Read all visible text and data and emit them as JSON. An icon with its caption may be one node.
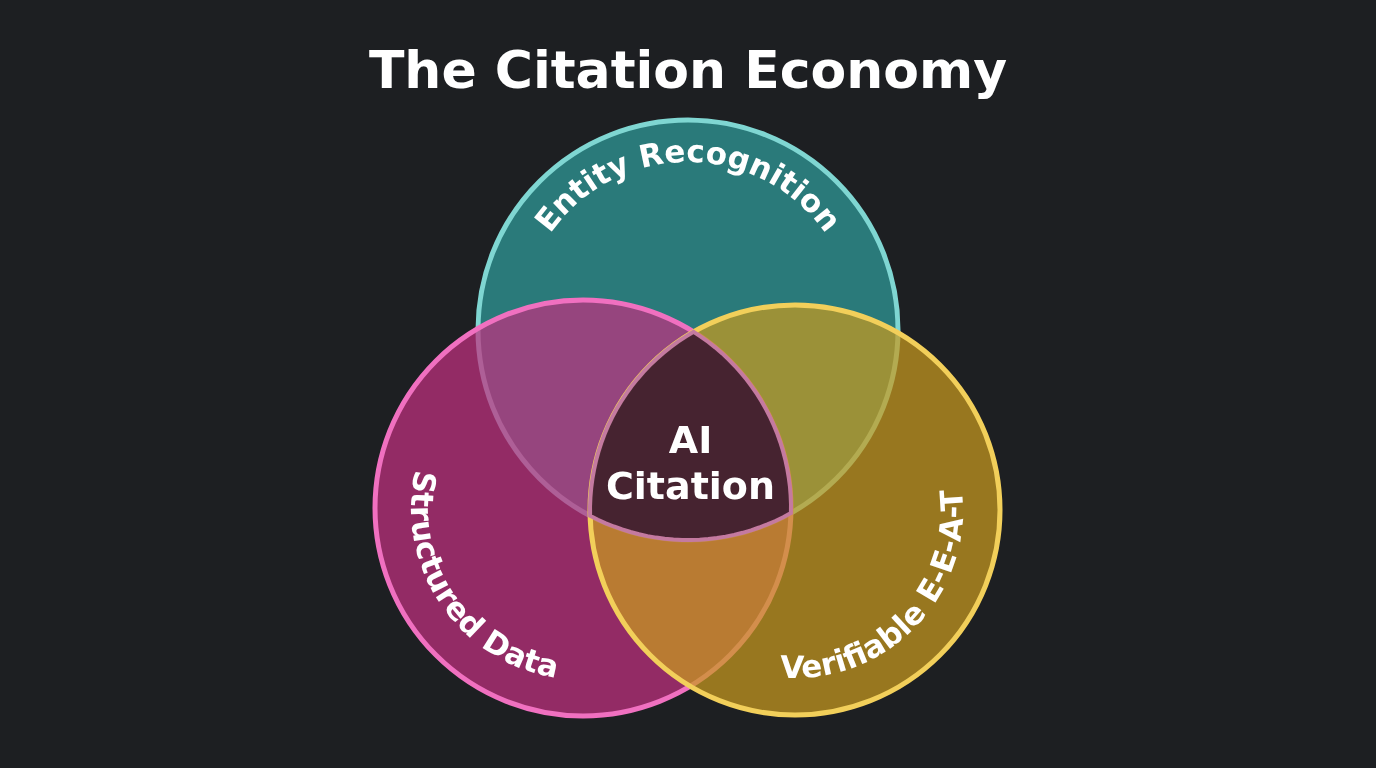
{
  "diagram": {
    "title": "The Citation Economy",
    "nodes": [
      {
        "text": [
          "Entity Recognition"
        ]
      },
      {
        "text": [
          "Structured Data"
        ]
      },
      {
        "text": [
          "Verifiable E-E-A-T"
        ]
      },
      {
        "text": [
          "AI Citation"
        ]
      }
    ]
  }
}
